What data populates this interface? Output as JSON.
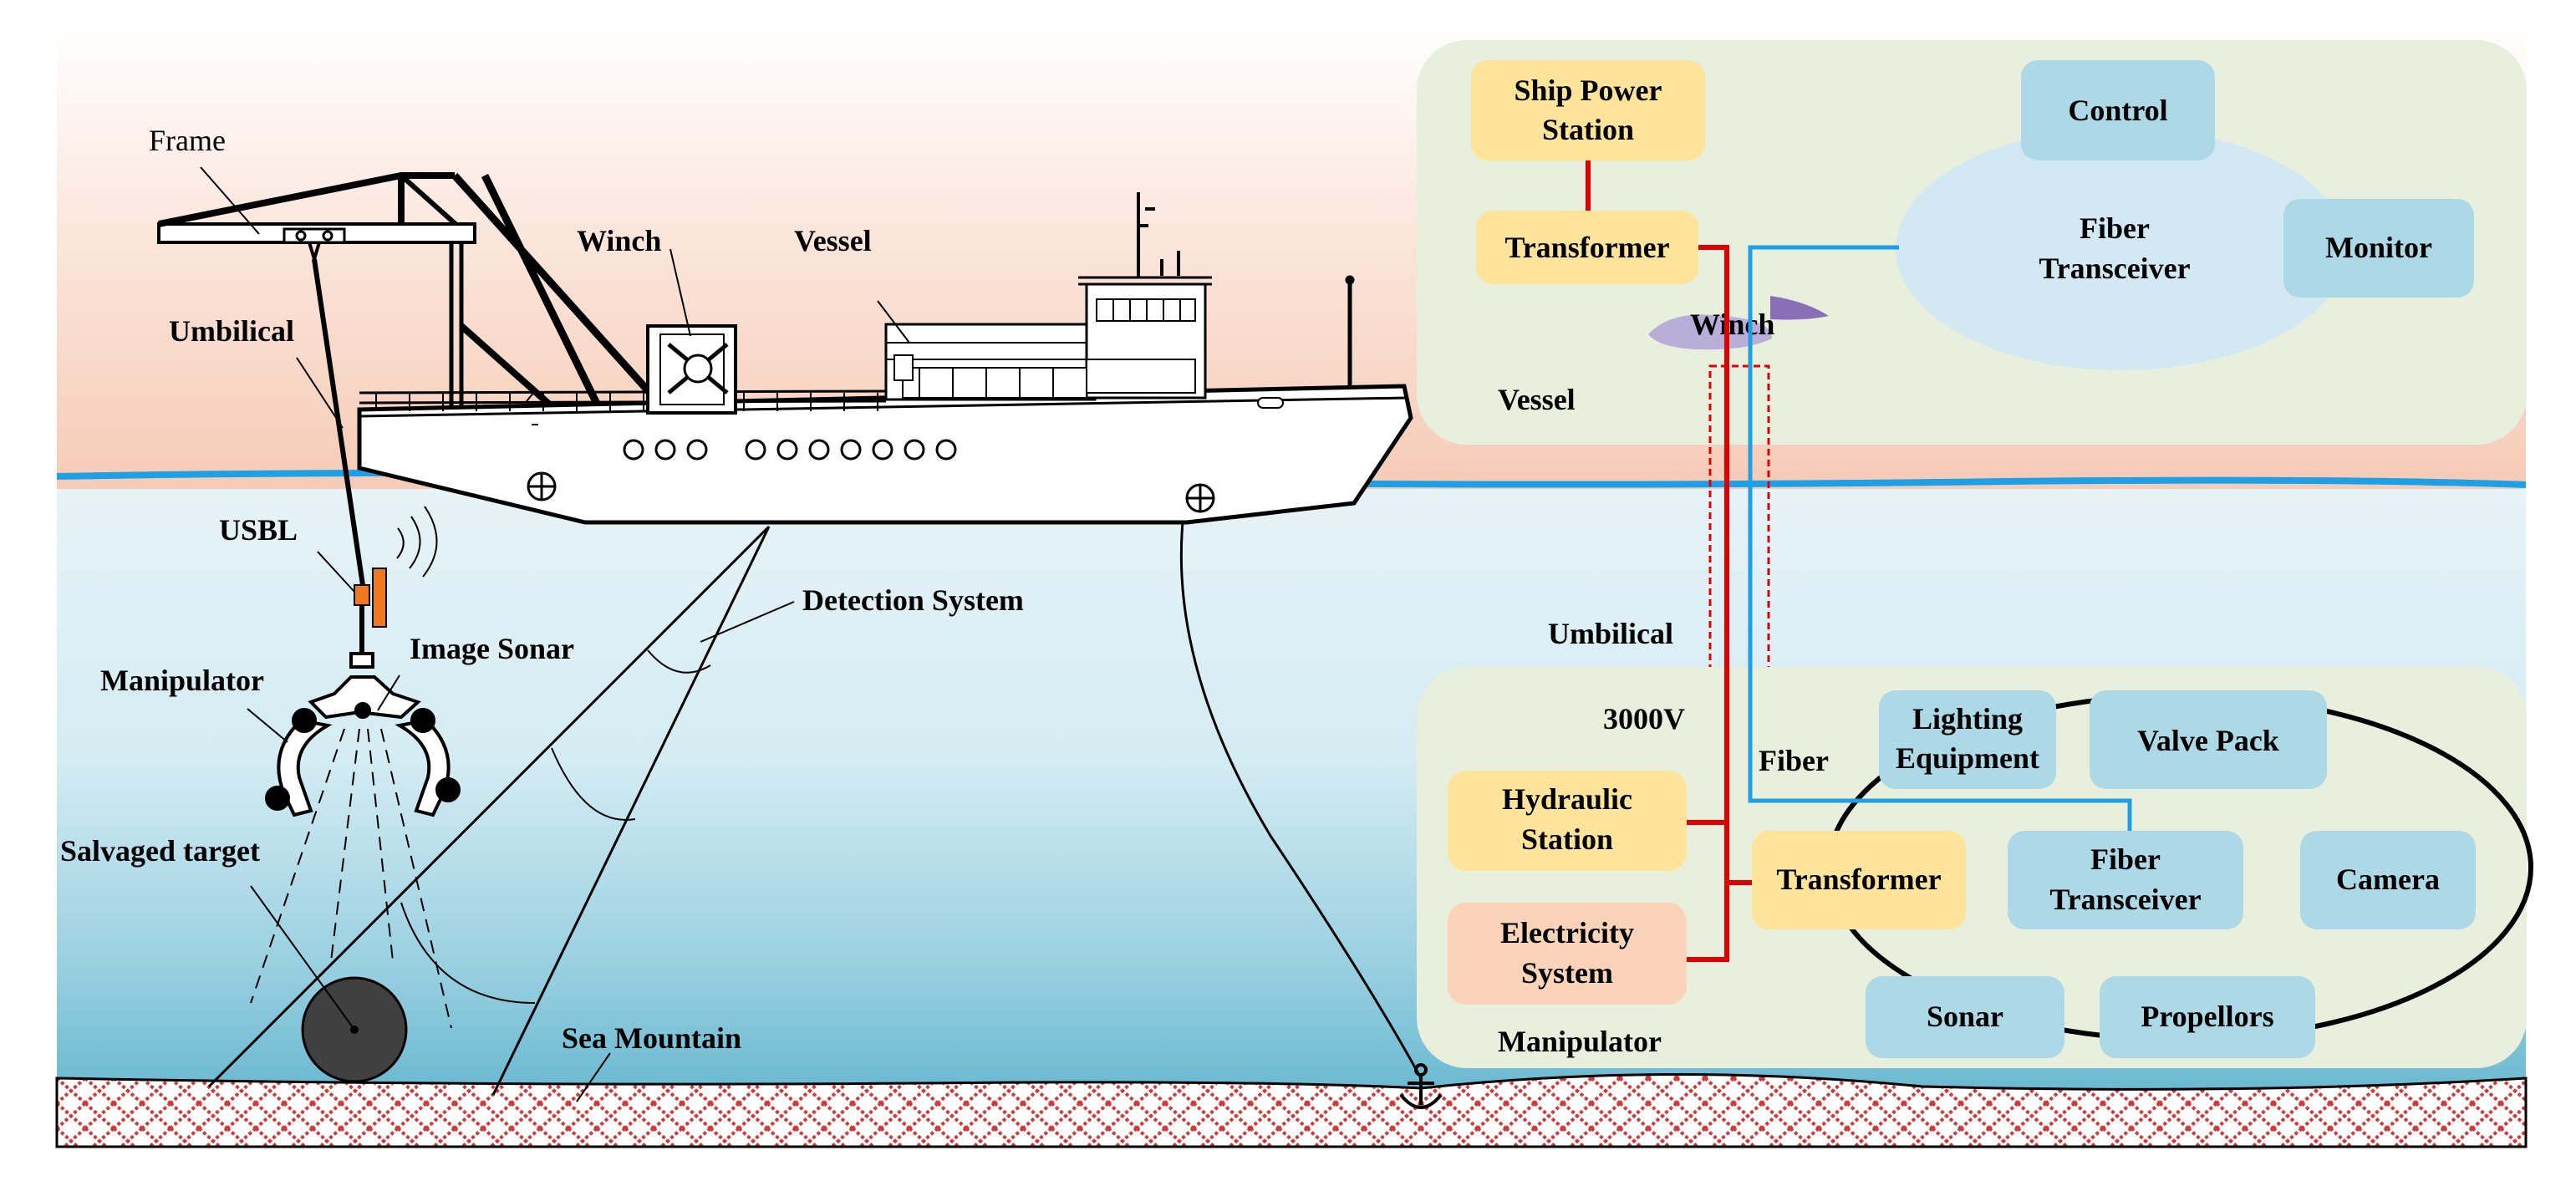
{
  "scene_labels": {
    "frame": "Frame",
    "winch": "Winch",
    "vessel": "Vessel",
    "umbilical": "Umbilical",
    "usbl": "USBL",
    "image_sonar": "Image Sonar",
    "manipulator": "Manipulator",
    "detection_system": "Detection System",
    "salvaged_target": "Salvaged target",
    "sea_mountain": "Sea Mountain"
  },
  "vessel_panel": {
    "label": "Vessel",
    "ship_power_station": [
      "Ship Power",
      "Station"
    ],
    "transformer": "Transformer",
    "control": "Control",
    "monitor": "Monitor",
    "fiber_transceiver": [
      "Fiber",
      "Transceiver"
    ],
    "winch": "Winch"
  },
  "umbilical_label": "Umbilical",
  "manipulator_panel": {
    "label": "Manipulator",
    "voltage": "3000V",
    "fiber": "Fiber",
    "lighting_equipment": [
      "Lighting",
      "Equipment"
    ],
    "valve_pack": "Valve Pack",
    "hydraulic_station": [
      "Hydraulic",
      "Station"
    ],
    "transformer": "Transformer",
    "fiber_transceiver": [
      "Fiber",
      "Transceiver"
    ],
    "camera": "Camera",
    "electricity_system": [
      "Electricity",
      "System"
    ],
    "sonar": "Sonar",
    "propellors": "Propellors"
  },
  "colors": {
    "power_box": "#fde49a",
    "electric_box": "#fbd3b8",
    "comm_box": "#add8e6",
    "ellipse": "#d2e9f3",
    "panel": "#e8efdc",
    "power_line": "#e00000",
    "fiber_line": "#1ea0e6",
    "sea_line": "#1ea0e6",
    "usbl": "#f07820",
    "winch_accent": "#8a6fb7"
  }
}
